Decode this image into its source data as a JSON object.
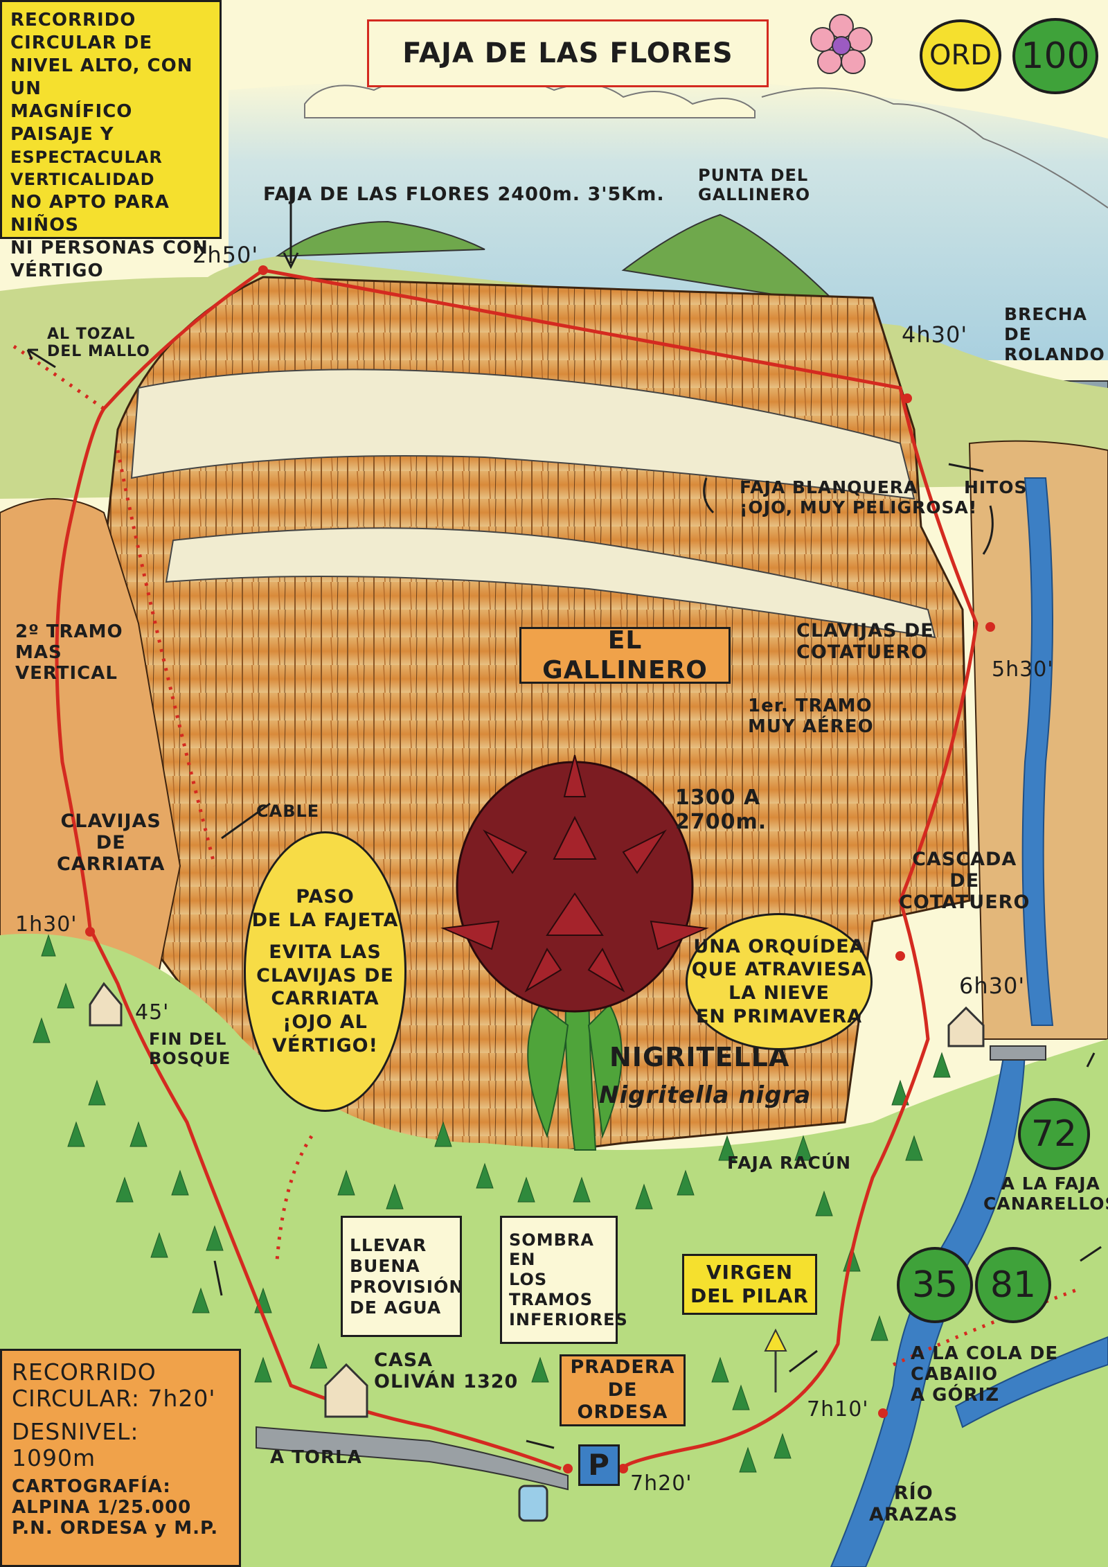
{
  "title": "FAJA DE LAS FLORES",
  "badges": {
    "ord": "ORD",
    "code": "100"
  },
  "intro_note": [
    "RECORRIDO CIRCULAR DE",
    "NIVEL ALTO, CON UN",
    "MAGNÍFICO PAISAJE Y",
    "ESPECTACULAR VERTICALIDAD",
    "NO APTO PARA NIÑOS",
    "NI PERSONAS CON",
    "VÉRTIGO"
  ],
  "labels": {
    "faja_altitude": "FAJA DE LAS FLORES 2400m. 3'5Km.",
    "punta_gallinero": "PUNTA DEL\nGALLINERO",
    "brecha": "BRECHA\nDE ROLANDO",
    "tozal": "AL TOZAL\nDEL MALLO",
    "faja_blanquera": "FAJA BLANQUERA\n¡OJO, MUY PELIGROSA!",
    "hitos": "HITOS",
    "segundo_tramo": "2º TRAMO\nMAS\nVERTICAL",
    "clavijas_cotatuero": "CLAVIJAS DE\nCOTATUERO",
    "primer_tramo": "1er. TRAMO\nMUY AÉREO",
    "altitude_range": "1300 A\n2700m.",
    "cable": "CABLE",
    "clavijas_carriata": "CLAVIJAS\nDE\nCARRIATA",
    "cascada": "CASCADA\nDE\nCOTATUERO",
    "fin_bosque": "FIN DEL\nBOSQUE",
    "nigritella": "NIGRITELLA",
    "nigritella_latin": "Nigritella nigra",
    "faja_racun": "FAJA RACÚN",
    "a_la_faja": "A LA FAJA\nCANARELLOS",
    "cola_caballo": "A LA COLA DE\nCABAllO\nA GÓRIZ",
    "casa_olivan": "CASA\nOLIVÁN 1320",
    "a_torla": "A TORLA",
    "rio": "RÍO\nARAZAS",
    "pradera": "PRADERA\nDE ORDESA",
    "virgen": "VIRGEN\nDEL PILAR",
    "el_gallinero": "EL GALLINERO",
    "parking": "P"
  },
  "times": {
    "t1": "2h50'",
    "t2": "4h30'",
    "t3": "5h30'",
    "t4": "1h30'",
    "t5": "45'",
    "t6": "6h30'",
    "t7": "7h10'",
    "t8": "7h20'"
  },
  "bubbles": {
    "fajeta": [
      "PASO",
      "DE LA FAJETA",
      "EVITA LAS",
      "CLAVIJAS DE",
      "CARRIATA",
      "¡OJO AL",
      "VÉRTIGO!"
    ],
    "orquidea": [
      "UNA ORQUÍDEA",
      "QUE ATRAVIESA",
      "LA NIEVE",
      "EN PRIMAVERA"
    ]
  },
  "notes": {
    "agua": "LLEVAR\nBUENA\nPROVISIÓN\nDE AGUA",
    "sombra": "SOMBRA\nEN\nLOS\nTRAMOS\nINFERIORES"
  },
  "route_numbers": {
    "r72": "72",
    "r35": "35",
    "r81": "81"
  },
  "summary": {
    "recorrido": "RECORRIDO\nCIRCULAR: 7h20'",
    "desnivel": "DESNIVEL: 1090m",
    "cartografia": "CARTOGRAFÍA:\nALPINA 1/25.000\nP.N. ORDESA y M.P."
  },
  "colors": {
    "route": "#d42a20",
    "sky": "#bfdce6",
    "cliff": "#d98a3a",
    "cliff_light": "#eee9c4",
    "grass": "#a8d470",
    "river": "#3c7fc4",
    "yellow": "#f7dc46",
    "orange": "#f0a24a",
    "green": "#3fa23a"
  }
}
